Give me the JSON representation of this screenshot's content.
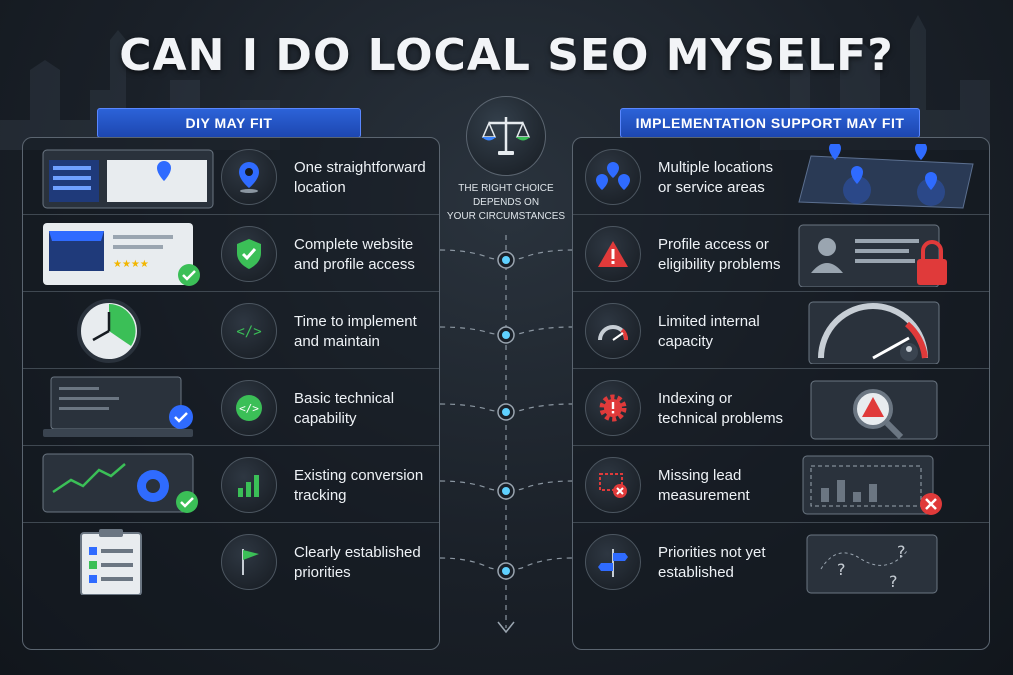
{
  "title": "CAN I DO LOCAL SEO MYSELF?",
  "left": {
    "heading": "DIY MAY FIT",
    "rows": [
      {
        "line1": "One straightforward",
        "line2": "location",
        "icon": "map-pin-icon"
      },
      {
        "line1": "Complete website",
        "line2": "and profile access",
        "icon": "shield-check-icon"
      },
      {
        "line1": "Time to implement",
        "line2": "and maintain",
        "icon": "code-icon"
      },
      {
        "line1": "Basic technical",
        "line2": "capability",
        "icon": "code-icon"
      },
      {
        "line1": "Existing conversion",
        "line2": "tracking",
        "icon": "bar-chart-icon"
      },
      {
        "line1": "Clearly established",
        "line2": "priorities",
        "icon": "flag-icon"
      }
    ]
  },
  "right": {
    "heading": "IMPLEMENTATION SUPPORT MAY FIT",
    "rows": [
      {
        "line1": "Multiple locations",
        "line2": "or service areas",
        "icon": "multiple-pins-icon"
      },
      {
        "line1": "Profile access or",
        "line2": "eligibility problems",
        "icon": "warning-icon"
      },
      {
        "line1": "Limited internal",
        "line2": "capacity",
        "icon": "gauge-icon"
      },
      {
        "line1": "Indexing or",
        "line2": "technical problems",
        "icon": "warning-gear-icon"
      },
      {
        "line1": "Missing lead",
        "line2": "measurement",
        "icon": "missing-box-icon"
      },
      {
        "line1": "Priorities not yet",
        "line2": "established",
        "icon": "signpost-icon"
      }
    ]
  },
  "center": {
    "line1": "THE RIGHT CHOICE",
    "line2": "DEPENDS ON",
    "line3": "YOUR CIRCUMSTANCES",
    "icon": "scale-icon"
  },
  "colors": {
    "accent_blue": "#2f6bff",
    "success_green": "#3bbf57",
    "danger_red": "#e03a3a",
    "badge_blue": "#2c63d8"
  }
}
